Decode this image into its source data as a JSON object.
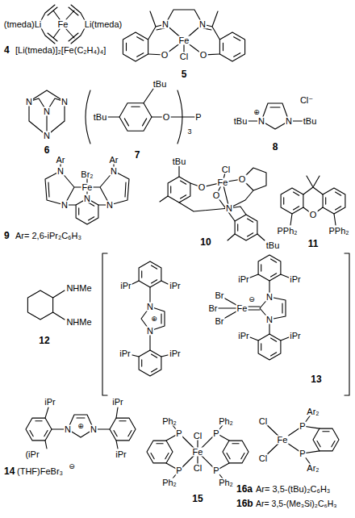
{
  "diagram": {
    "labels": [
      "(tmeda)Li",
      "Fe",
      "Li(tmeda)",
      "4",
      "[Li(tmeda)]₂[Fe(C₂H₄)₄]",
      "N",
      "N",
      "Fe",
      "Cl",
      "O",
      "O",
      "5",
      "N",
      "N",
      "N",
      "N",
      "6",
      "tBu",
      "tBu",
      "O",
      "3",
      "P",
      "7",
      "N",
      "⊕",
      "N",
      "tBu",
      "tBu",
      "Cl⁻",
      "8",
      "Ar",
      "Ar",
      "N",
      "N",
      "Br₂",
      "Fe",
      "N",
      "N",
      "N",
      "9",
      "Ar= 2,6-iPr₂C₆H₃",
      "tBu",
      "Cl",
      "O",
      "Fe",
      "O",
      "O",
      "N",
      "tBu",
      "10",
      "O",
      "PPh₂",
      "PPh₂",
      "11",
      "NHMe",
      "NHMe",
      "12",
      "iPr",
      "iPr",
      "N",
      "⊕",
      "N",
      "iPr",
      "iPr",
      "iPr",
      "iPr",
      "Br",
      "Br",
      "Br",
      "Fe",
      "⊖",
      "N",
      "N",
      "iPr",
      "iPr",
      "13",
      "iPr",
      "iPr",
      "N",
      "⊕",
      "N",
      "(iPr",
      "iPr",
      "14",
      "(THF)FeBr₃",
      "⊖",
      "Ph₂",
      "Ph₂",
      "P",
      "Cl",
      "P",
      "Fe",
      "P",
      "Cl",
      "P",
      "Ph₂",
      "Ph₂",
      "15",
      "Cl",
      "Fe",
      "Ar₂",
      "P",
      "P",
      "Cl",
      "Ar₂",
      "16a",
      "Ar= 3,5-(tBu)₂C₆H₃",
      "16b",
      "Ar= 3,5-(Me₃Si)₂C₆H₃"
    ]
  }
}
